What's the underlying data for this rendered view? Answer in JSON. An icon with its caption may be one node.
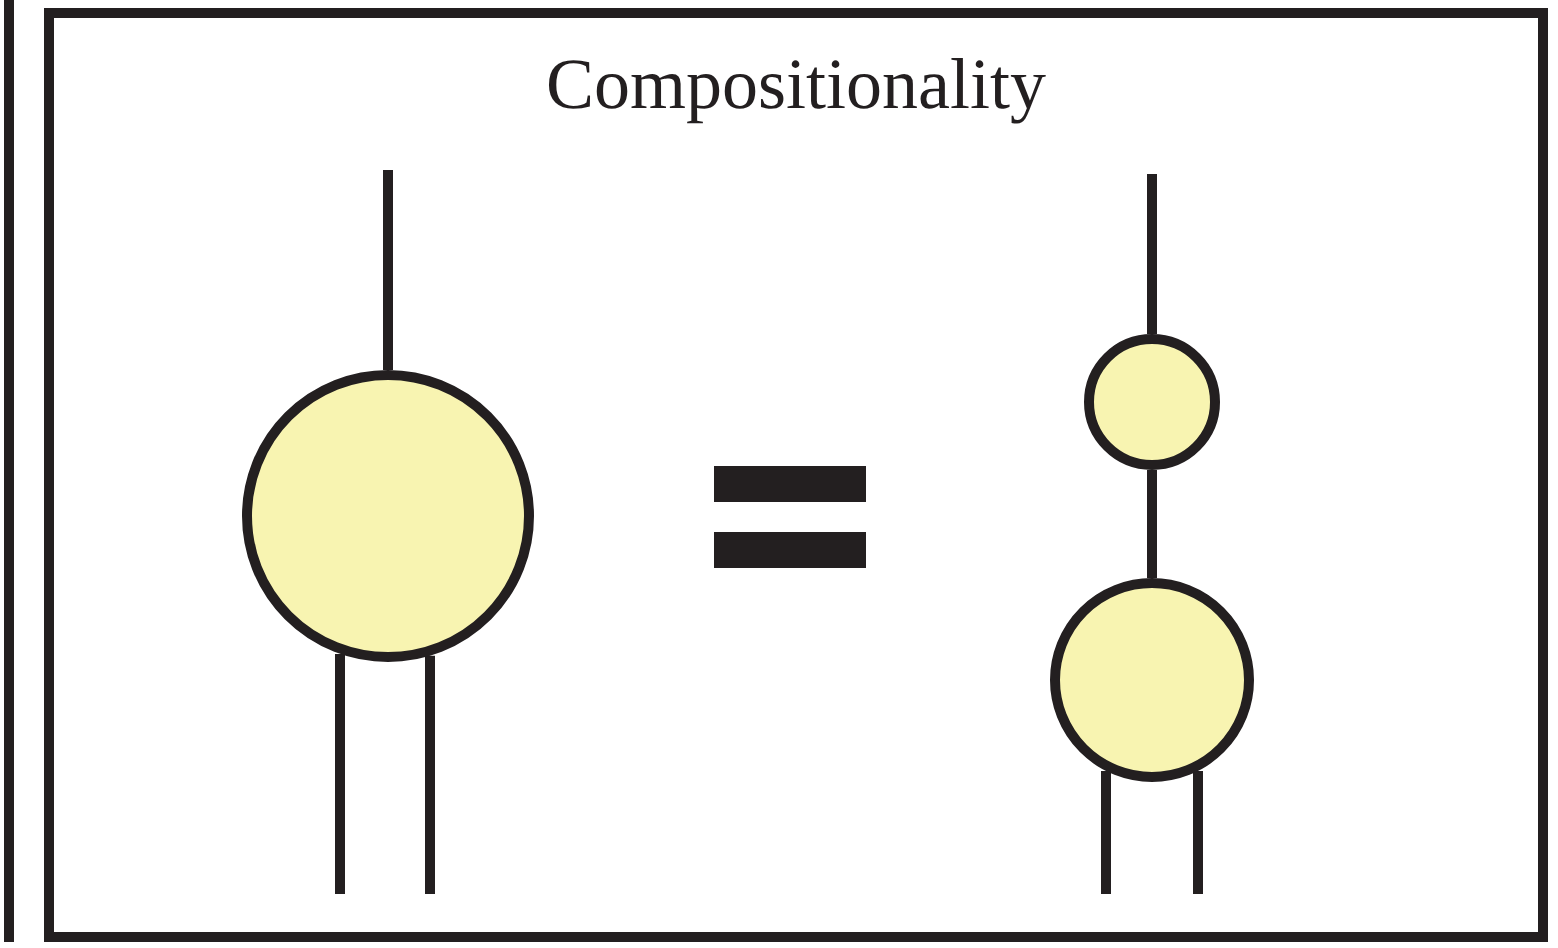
{
  "diagram": {
    "nodes": [
      {
        "text": [
          "Compositionality"
        ]
      },
      {
        "text": [],
        "shape": "circle",
        "in": 0
      },
      {
        "text": [],
        "shape": "circle",
        "in": 0
      },
      {
        "text": [],
        "shape": "circle",
        "in": 0
      }
    ],
    "edges": [
      {
        "from": null,
        "to": 1,
        "arrow": "none"
      },
      {
        "from": 1,
        "to": null,
        "arrow": "none"
      },
      {
        "from": 1,
        "to": null,
        "arrow": "none"
      },
      {
        "from": null,
        "to": 2,
        "arrow": "none"
      },
      {
        "from": 2,
        "to": 3,
        "arrow": "none"
      },
      {
        "from": 3,
        "to": null,
        "arrow": "none"
      },
      {
        "from": 3,
        "to": null,
        "arrow": "none"
      }
    ]
  }
}
